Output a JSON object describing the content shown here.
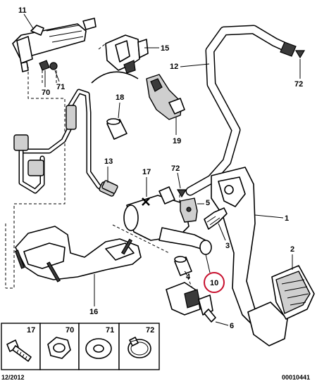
{
  "callouts": {
    "c11": "11",
    "c15": "15",
    "c12": "12",
    "c72_top": "72",
    "c70": "70",
    "c71": "71",
    "c18": "18",
    "c19": "19",
    "c17": "17",
    "c72_mid": "72",
    "c13": "13",
    "c5": "5",
    "c1": "1",
    "c3": "3",
    "c2": "2",
    "c4": "4",
    "c10": "10",
    "c16": "16",
    "c6": "6"
  },
  "legend": {
    "items": [
      {
        "number": "17",
        "icon": "bolt-icon"
      },
      {
        "number": "70",
        "icon": "nut-icon"
      },
      {
        "number": "71",
        "icon": "washer-icon"
      },
      {
        "number": "72",
        "icon": "hose-clamp-icon"
      }
    ]
  },
  "footer": {
    "date": "12/2012",
    "reference": "00010441"
  },
  "colors": {
    "highlight_circle": "#c8102e",
    "ink": "#000000",
    "background": "#ffffff"
  }
}
